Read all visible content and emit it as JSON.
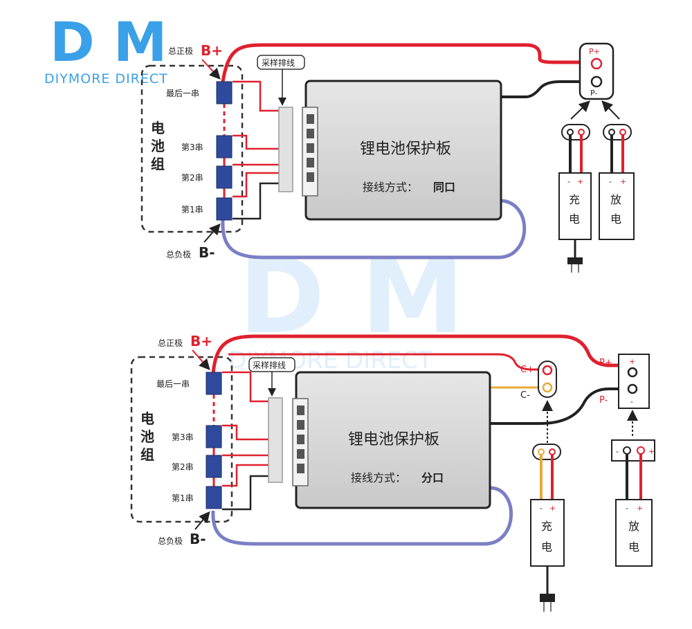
{
  "brand": {
    "logo_letters": "D M",
    "logo_subtitle": "DIYMORE DIRECT",
    "watermark_letters": "D M",
    "watermark_subtitle": "DIYMORE DIRECT",
    "colors": {
      "blue": "#3aa0e8",
      "light_blue": "#a8d4f5"
    }
  },
  "diagram_top": {
    "total_positive": "总正极",
    "b_plus": "B+",
    "total_negative": "总负极",
    "b_minus": "B-",
    "sampling_cable": "采样排线",
    "battery_pack": [
      "电",
      "池",
      "组"
    ],
    "cells": [
      "最后一串",
      "第3串",
      "第2串",
      "第1串"
    ],
    "board_title": "锂电池保护板",
    "wiring_label": "接线方式：",
    "wiring_mode": "同口",
    "p_plus": "P+",
    "p_minus": "P-",
    "charger": [
      "充",
      "电"
    ],
    "discharge": [
      "放",
      "电"
    ]
  },
  "diagram_bottom": {
    "total_positive": "总正极",
    "b_plus": "B+",
    "total_negative": "总负极",
    "b_minus": "B-",
    "sampling_cable": "采样排线",
    "battery_pack": [
      "电",
      "池",
      "组"
    ],
    "cells": [
      "最后一串",
      "第3串",
      "第2串",
      "第1串"
    ],
    "board_title": "锂电池保护板",
    "wiring_label": "接线方式：",
    "wiring_mode": "分口",
    "c_plus": "C+",
    "c_minus": "C-",
    "p_plus": "P+",
    "p_minus": "P-",
    "charger": [
      "充",
      "电"
    ],
    "discharge": [
      "放",
      "电"
    ]
  },
  "colors": {
    "red": "#e0202e",
    "black": "#222222",
    "purple": "#7b7fc4",
    "orange": "#e8a93a",
    "cell_blue": "#2f4a9c",
    "board_gray": "#d9d9d9"
  }
}
